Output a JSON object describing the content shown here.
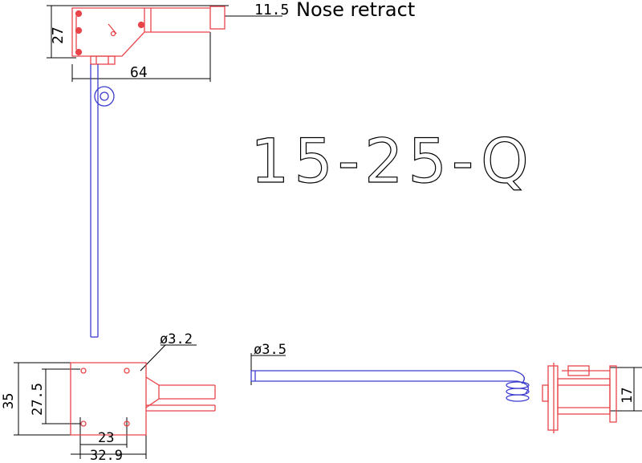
{
  "caption": "Nose retract",
  "model": "15-25-Q",
  "colors": {
    "outline": "#e8454a",
    "wire": "#3c3cd0",
    "dimension": "#000000"
  },
  "top_view": {
    "height_dim": "27",
    "width_dim": "64",
    "end_dim": "11.5"
  },
  "bottom_left_view": {
    "hole_dim": "ø3.2",
    "outer_height_dim": "35",
    "inner_height_dim": "27.5",
    "inner_width_dim": "23",
    "outer_width_dim": "32.9"
  },
  "bottom_right_view": {
    "wire_dim": "ø3.5",
    "height_dim": "17"
  }
}
